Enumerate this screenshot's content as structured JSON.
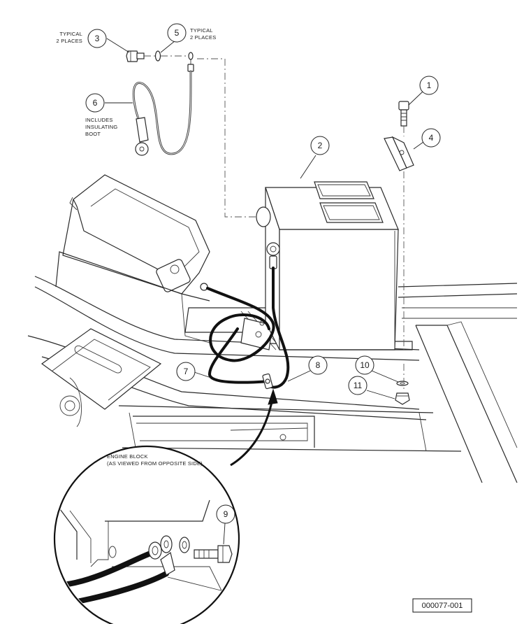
{
  "callouts": [
    {
      "id": "1",
      "label": "1"
    },
    {
      "id": "2",
      "label": "2"
    },
    {
      "id": "3",
      "label": "3"
    },
    {
      "id": "4",
      "label": "4"
    },
    {
      "id": "5",
      "label": "5"
    },
    {
      "id": "6",
      "label": "6"
    },
    {
      "id": "7",
      "label": "7"
    },
    {
      "id": "8",
      "label": "8"
    },
    {
      "id": "9",
      "label": "9"
    },
    {
      "id": "10",
      "label": "10"
    },
    {
      "id": "11",
      "label": "11"
    }
  ],
  "notes": {
    "item3": [
      "TYPICAL",
      "2 PLACES"
    ],
    "item5": [
      "TYPICAL",
      "2 PLACES"
    ],
    "item6": [
      "INCLUDES",
      "INSULATING",
      "BOOT"
    ],
    "detail": [
      "ENGINE BLOCK",
      "(AS VIEWED FROM OPPOSITE SIDE)"
    ]
  },
  "figure_number": "000077-001"
}
